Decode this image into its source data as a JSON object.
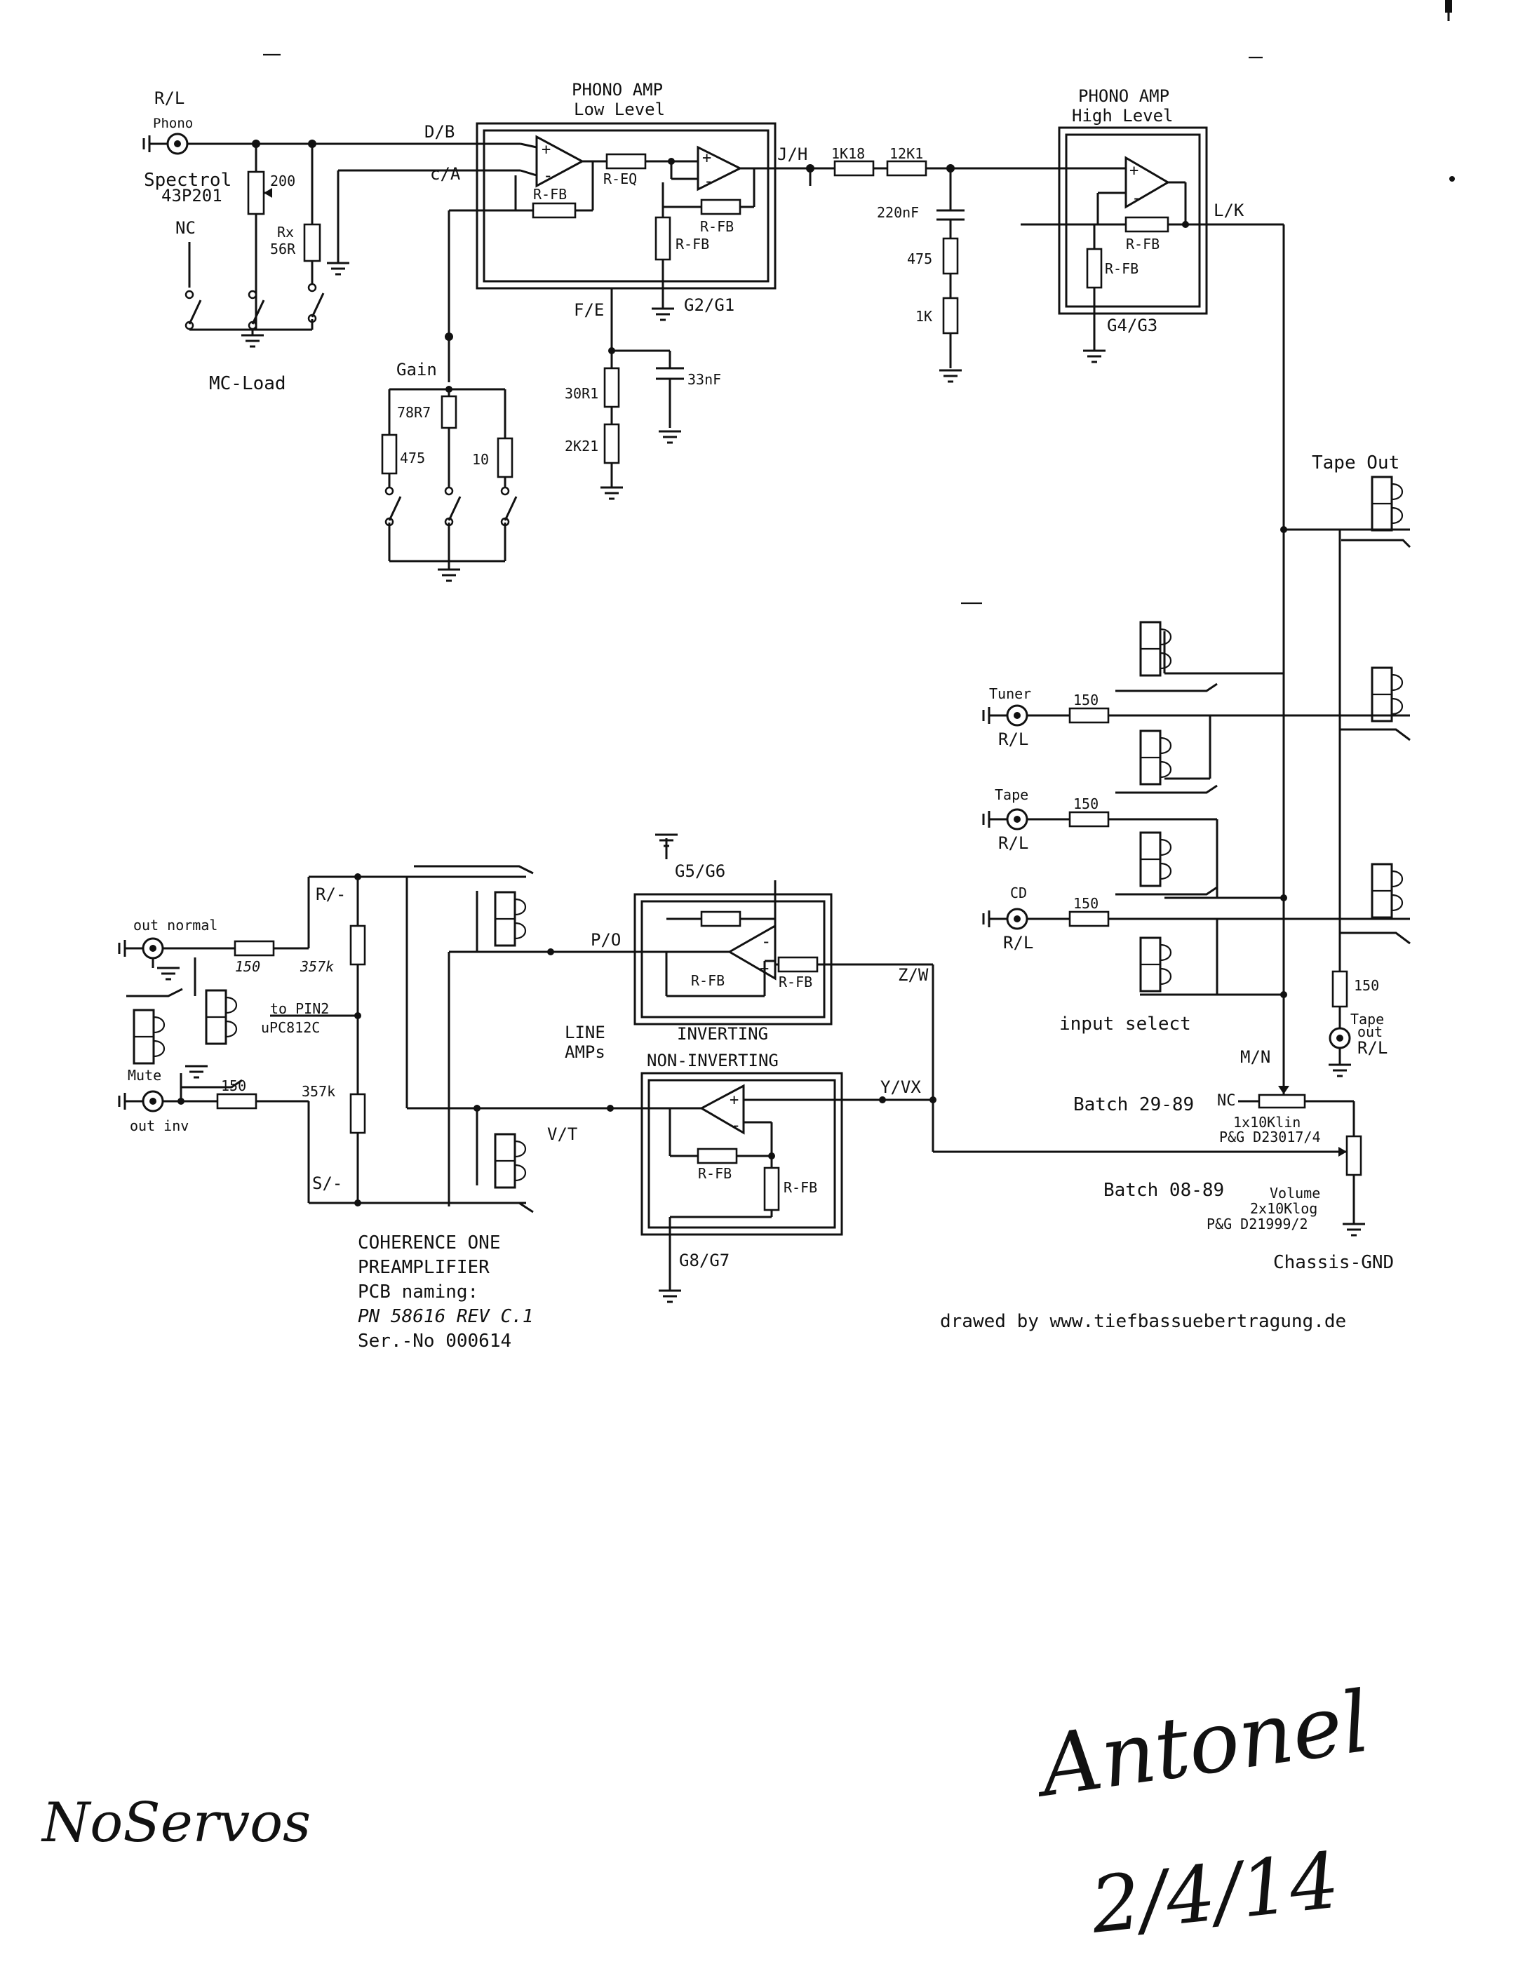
{
  "phono": {
    "channel": "R/L",
    "jack_label": "Phono",
    "cartridge": "Spectrol",
    "cartridge_model": "43P201",
    "pot_value": "200",
    "rx_label": "Rx",
    "rx_value": "56R",
    "nc_label": "NC",
    "mc_load": "MC-Load",
    "net_db": "D/B",
    "net_ca": "c/A",
    "net_fe": "F/E",
    "net_jh": "J/H",
    "net_lk": "L/K"
  },
  "phono_low": {
    "title": "PHONO AMP",
    "subtitle": "Low Level",
    "r_fb": "R-FB",
    "r_eq": "R-EQ",
    "r_fb2": "R-FB",
    "r_fb3": "R-FB",
    "gnd": "G2/G1"
  },
  "gain": {
    "label": "Gain",
    "r1": "475",
    "r2": "78R7",
    "r3": "10",
    "r30": "30R1",
    "r2k": "2K21",
    "cap": "33nF"
  },
  "riaa": {
    "r1": "1K18",
    "r2": "12K1",
    "cap": "220nF",
    "r3": "475",
    "r4": "1K"
  },
  "phono_high": {
    "title": "PHONO AMP",
    "subtitle": "High Level",
    "r_fb1": "R-FB",
    "r_fb2": "R-FB",
    "gnd": "G4/G3"
  },
  "inputs": {
    "tape_out": "Tape Out",
    "tuner": "Tuner",
    "tuner_ch": "R/L",
    "tuner_r": "150",
    "tape": "Tape",
    "tape_ch": "R/L",
    "tape_r": "150",
    "cd": "CD",
    "cd_ch": "R/L",
    "cd_r": "150",
    "input_select": "input select",
    "tape_out_r": "150",
    "tape_out_jack": "Tape",
    "tape_out_jack2": "out",
    "tape_out_ch": "R/L"
  },
  "output": {
    "out_normal": "out normal",
    "r150a": "150",
    "r357a": "357k",
    "net_r": "R/-",
    "to_pin2": "to PIN2",
    "upc": "uPC812C",
    "mute": "Mute",
    "out_inv": "out inv",
    "r150b": "150",
    "r357b": "357k",
    "net_s": "S/-"
  },
  "line": {
    "label1": "LINE",
    "label2": "AMPs",
    "inverting": "INVERTING",
    "non_inverting": "NON-INVERTING",
    "gnd1": "G5/G6",
    "gnd2": "G8/G7",
    "net_po": "P/O",
    "net_zw": "Z/W",
    "net_yvx": "Y/VX",
    "net_vt": "V/T",
    "r_fb_a": "R-FB",
    "r_fb_b": "R-FB",
    "r_fb_c": "R-FB",
    "r_fb_d": "R-FB"
  },
  "volume": {
    "net_mn": "M/N",
    "batch1": "Batch 29-89",
    "nc": "NC",
    "pot1": "1x10Klin",
    "pot1_part": "P&G D23017/4",
    "batch2": "Batch 08-89",
    "vol_label": "Volume",
    "pot2": "2x10Klog",
    "pot2_part": "P&G D21999/2",
    "chassis": "Chassis-GND"
  },
  "info": {
    "line1": "COHERENCE ONE",
    "line2": "PREAMPLIFIER",
    "line3": "PCB naming:",
    "line4": "PN 58616 REV C.1",
    "line5": "Ser.-No 000614",
    "credit": "drawed by www.tiefbassuebertragung.de"
  },
  "handwriting": {
    "note": "NoServos",
    "signature": "Antonel",
    "date": "2/4/14"
  }
}
